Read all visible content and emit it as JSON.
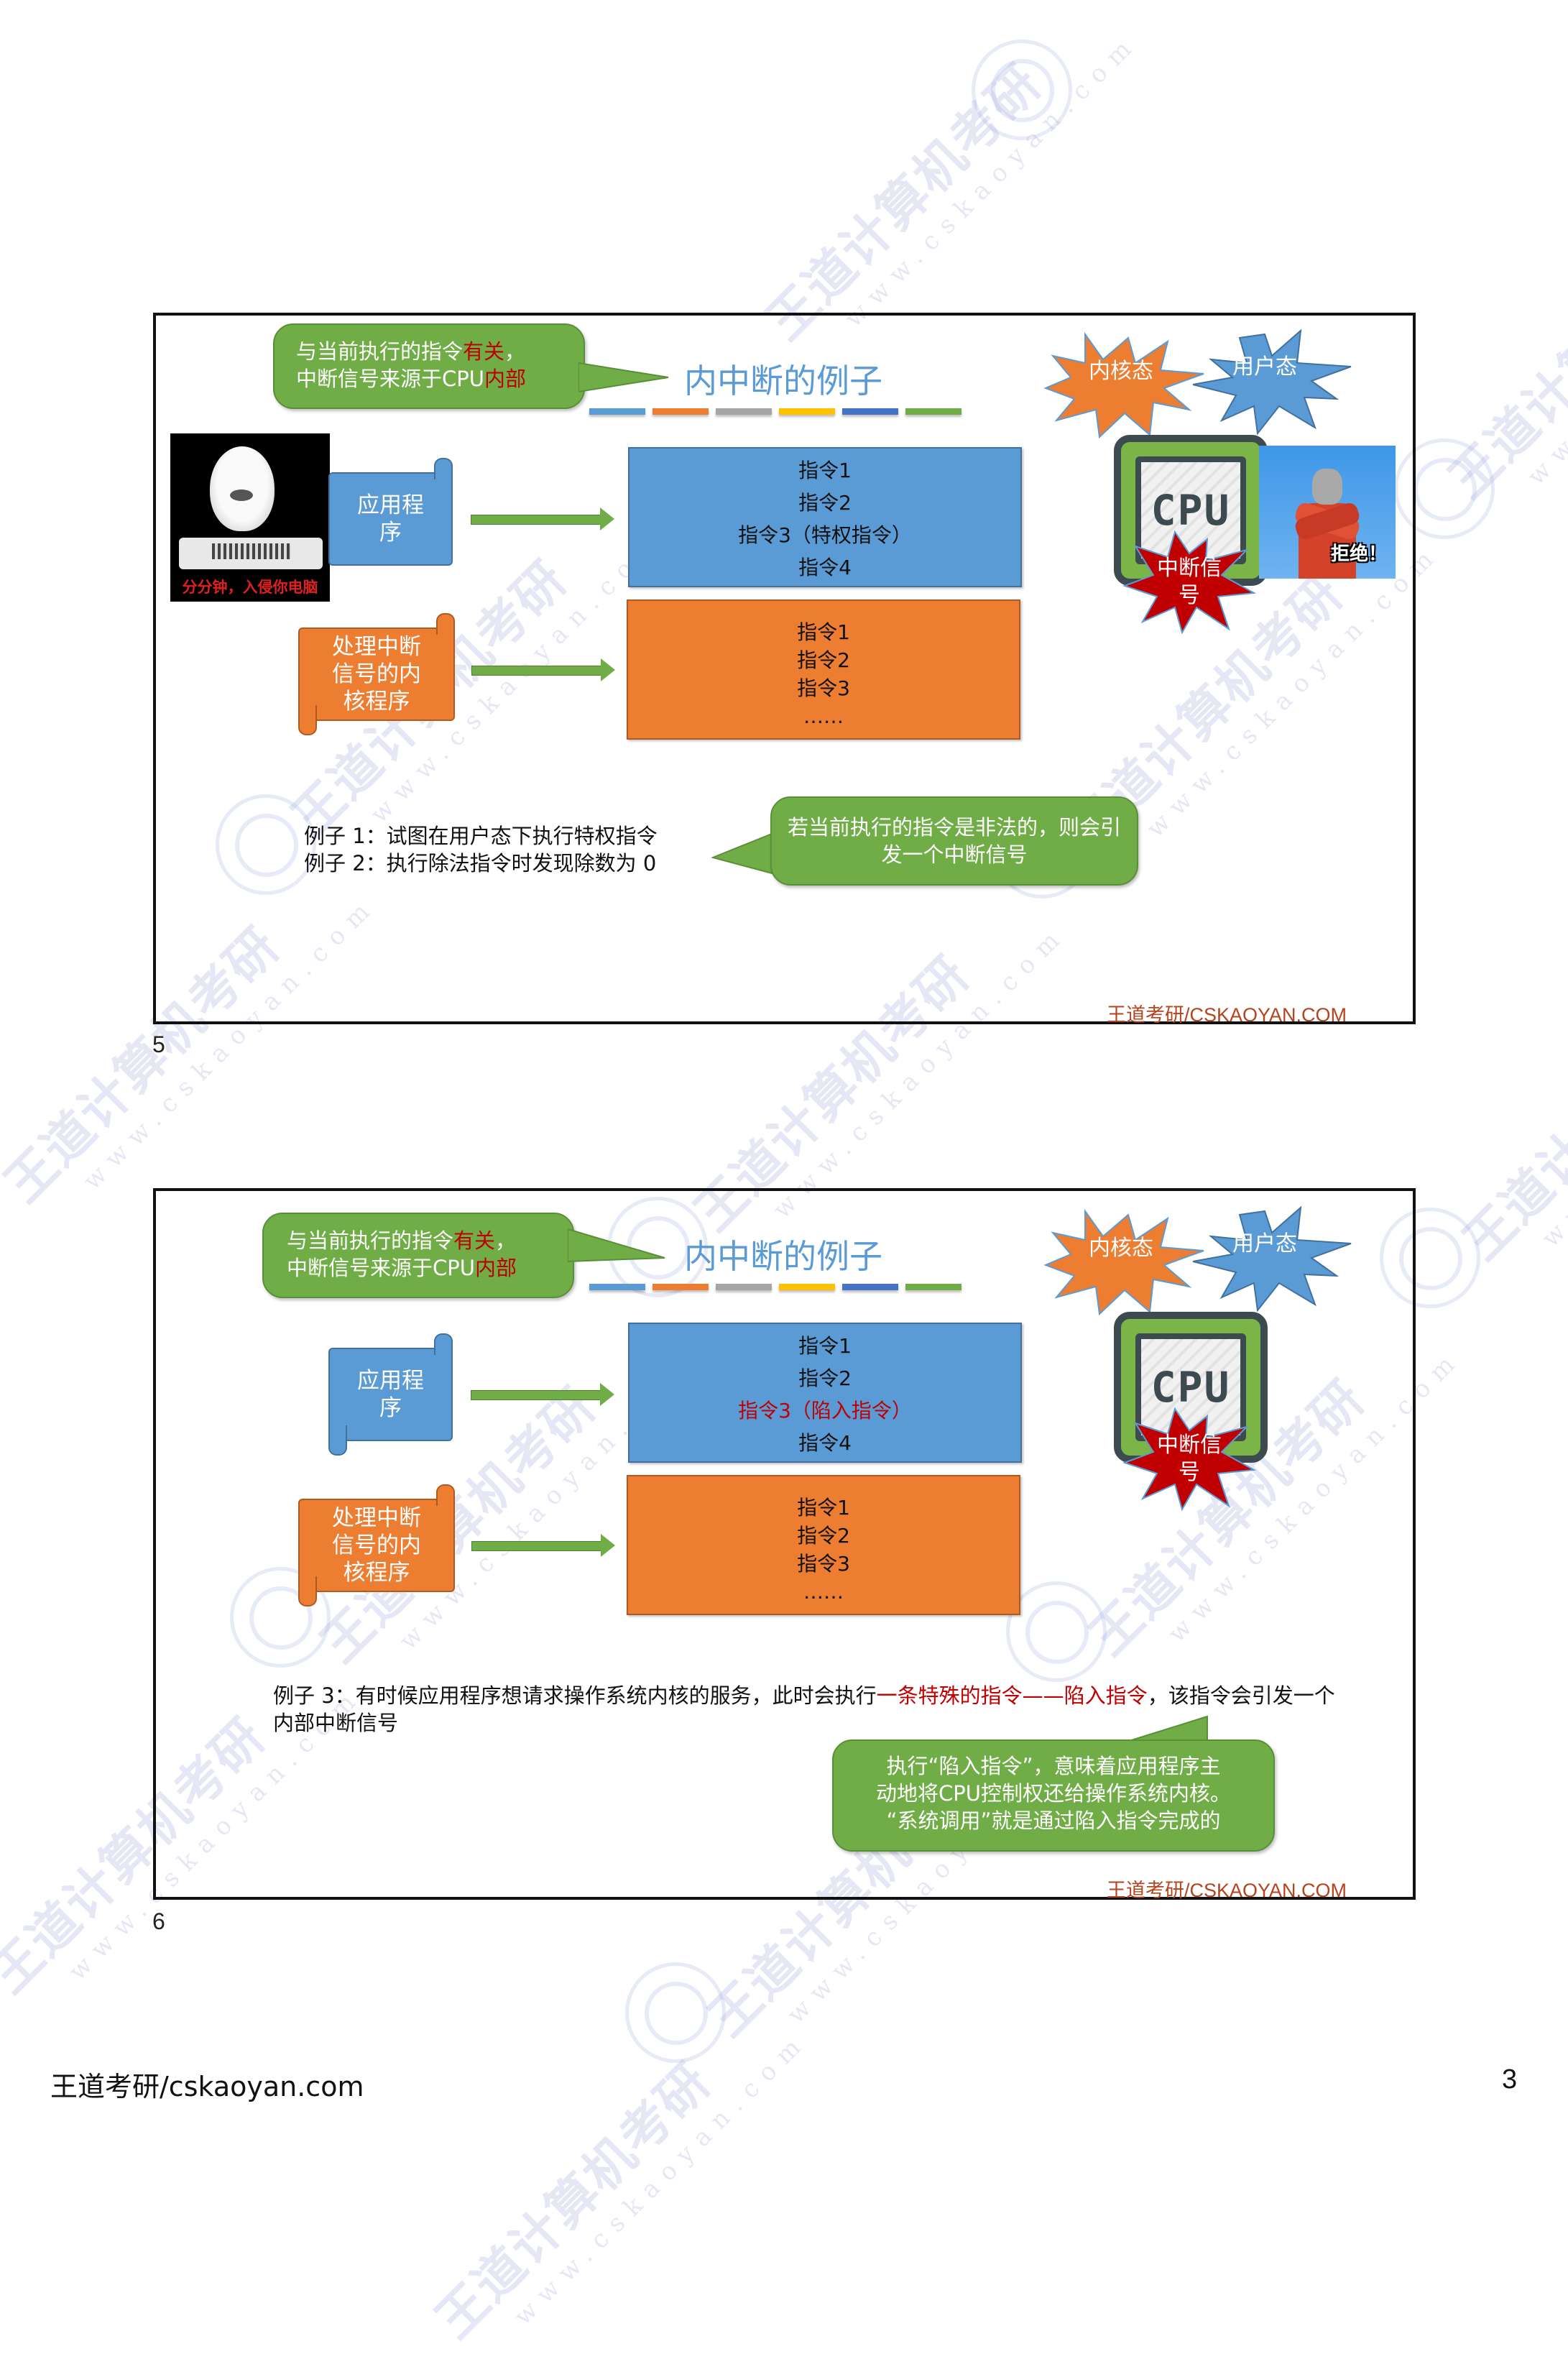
{
  "watermark": {
    "brand_text": "王道计算机考研",
    "url_text": "www.cskaoyan.com"
  },
  "colors": {
    "green": "#70ad47",
    "blue": "#5b9bd5",
    "orange": "#ed7d31",
    "dark_red": "#c00000",
    "brand_brown": "#b4441d",
    "title_blue": "#5b9bd5",
    "color_bars": [
      "#5b9bd5",
      "#ed7d31",
      "#a5a5a5",
      "#ffc000",
      "#4472c4",
      "#70ad47"
    ]
  },
  "slides": [
    {
      "number": "5",
      "title": "内中断的例子",
      "top_callout": {
        "line1_prefix": "与当前执行的指令",
        "line1_highlight": "有关",
        "line1_suffix": "，",
        "line2_prefix": "中断信号来源于CPU",
        "line2_highlight": "内部"
      },
      "kernel_burst": "内核态",
      "user_burst": "用户态",
      "interrupt_burst": "中断信号",
      "cpu_label": "CPU",
      "meme_caption": "分分钟，入侵你电脑",
      "refuse_caption": "拒绝！",
      "app_scroll": "应用程序",
      "handler_scroll": "处理中断信号的内核程序",
      "app_instructions": [
        "指令1",
        "指令2",
        "指令3（特权指令）",
        "指令4"
      ],
      "handler_instructions": [
        "指令1",
        "指令2",
        "指令3",
        "……"
      ],
      "examples": [
        "例子 1：试图在用户态下执行特权指令",
        "例子 2：执行除法指令时发现除数为 0"
      ],
      "bottom_callout": "若当前执行的指令是非法的，则会引发一个中断信号",
      "brand": "王道考研/CSKAOYAN.COM"
    },
    {
      "number": "6",
      "title": "内中断的例子",
      "top_callout": {
        "line1_prefix": "与当前执行的指令",
        "line1_highlight": "有关",
        "line1_suffix": "，",
        "line2_prefix": "中断信号来源于CPU",
        "line2_highlight": "内部"
      },
      "kernel_burst": "内核态",
      "user_burst": "用户态",
      "interrupt_burst": "中断信号",
      "cpu_label": "CPU",
      "app_scroll": "应用程序",
      "handler_scroll": "处理中断信号的内核程序",
      "app_instructions": [
        "指令1",
        "指令2",
        "指令3（陷入指令）",
        "指令4"
      ],
      "handler_instructions": [
        "指令1",
        "指令2",
        "指令3",
        "……"
      ],
      "example3": {
        "prefix": "例子 3：有时候应用程序想请求操作系统内核的服务，此时会执行",
        "highlight": "一条特殊的指令——陷入指令",
        "suffix": "，该指令会引发一个内部中断信号"
      },
      "bottom_callout": {
        "line1": "执行“陷入指令”，意味着应用程序主",
        "line2": "动地将CPU控制权还给操作系统内核。",
        "line3": "“系统调用”就是通过陷入指令完成的"
      },
      "brand": "王道考研/CSKAOYAN.COM"
    }
  ],
  "page_footer": {
    "left": "王道考研/cskaoyan.com",
    "page_number": "3"
  }
}
